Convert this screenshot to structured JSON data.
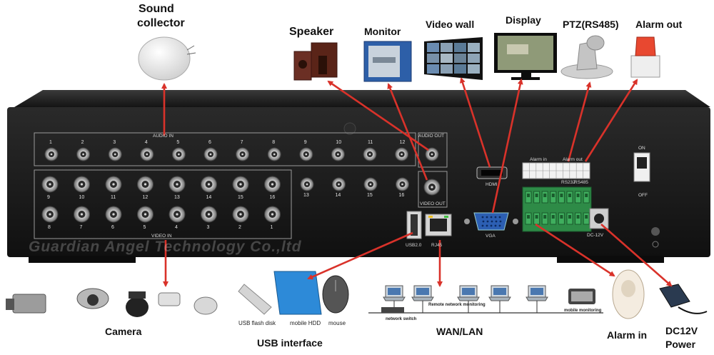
{
  "labels": {
    "sound_collector_line1": "Sound",
    "sound_collector_line2": "collector",
    "speaker": "Speaker",
    "monitor": "Monitor",
    "video_wall": "Video wall",
    "display": "Display",
    "ptz": "PTZ(RS485)",
    "alarm_out": "Alarm out",
    "camera": "Camera",
    "usb_interface": "USB interface",
    "wan_lan": "WAN/LAN",
    "alarm_in": "Alarm in",
    "dc_power_line1": "DC12V",
    "dc_power_line2": "Power",
    "usb_flash_disk": "USB flash disk",
    "mobile_hdd": "mobile HDD",
    "mouse": "mouse",
    "network_switch": "network switch",
    "remote_monitoring": "Remote network monitoring",
    "mobile_monitoring": "mobile monitoring"
  },
  "panel": {
    "audio_in": "AUDIO IN",
    "audio_out": "AUDIO OUT",
    "video_in": "VIDEO IN",
    "video_out": "VIDEO OUT",
    "hdmi": "HDMI",
    "vga": "VGA",
    "usb": "USB2.0",
    "rj45": "RJ45",
    "on": "ON",
    "off": "OFF",
    "dc": "DC-12V",
    "watermark": "Guardian Angel Technology Co.,ltd",
    "alarm_in_hdr": "Alarm in",
    "rs232": "RS232",
    "alarm_out_hdr": "Alarm out",
    "rs485": "RS485",
    "alarm_tag": "Alarm out",
    "audio_in_numbers": [
      "1",
      "2",
      "3",
      "4",
      "5",
      "6",
      "7",
      "8",
      "9",
      "10",
      "11",
      "12"
    ],
    "video_in_top_numbers": [
      "9",
      "10",
      "11",
      "12",
      "13",
      "14",
      "15",
      "16"
    ],
    "video_in_bottom_numbers": [
      "8",
      "7",
      "6",
      "5",
      "4",
      "3",
      "2",
      "1"
    ],
    "video_mid_numbers": [
      "13",
      "14",
      "15",
      "16"
    ]
  },
  "colors": {
    "arrow": "#d9322a",
    "chassis": "#1e1e1e",
    "terminal": "#2e8b47"
  }
}
